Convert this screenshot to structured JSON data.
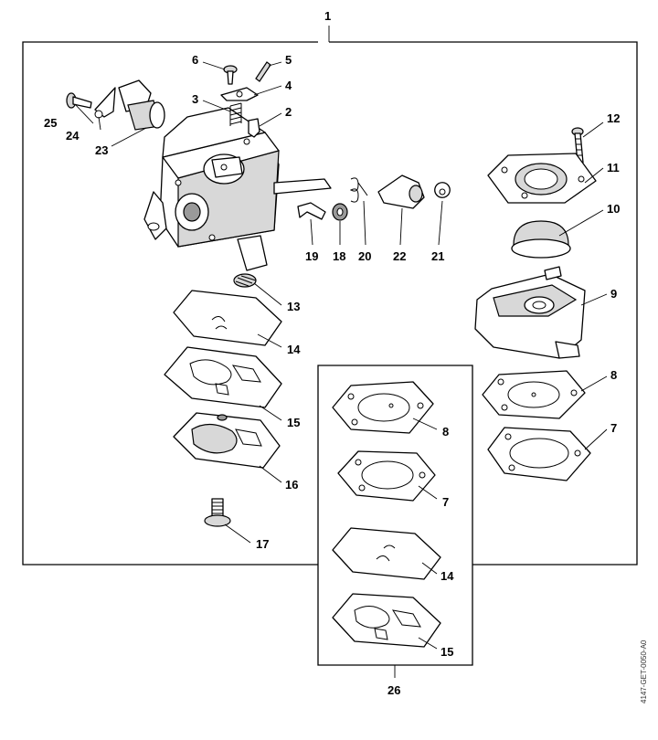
{
  "callouts": {
    "c1": "1",
    "c2": "2",
    "c3": "3",
    "c4": "4",
    "c5": "5",
    "c6": "6",
    "c7a": "7",
    "c7b": "7",
    "c8a": "8",
    "c8b": "8",
    "c9": "9",
    "c10": "10",
    "c11": "11",
    "c12": "12",
    "c13": "13",
    "c14a": "14",
    "c14b": "14",
    "c15a": "15",
    "c15b": "15",
    "c16": "16",
    "c17": "17",
    "c18": "18",
    "c19": "19",
    "c20": "20",
    "c21": "21",
    "c22": "22",
    "c23": "23",
    "c24": "24",
    "c25": "25",
    "c26": "26"
  },
  "drawing_code": "4147-GET-0050-A0",
  "colors": {
    "line": "#000000",
    "background": "#ffffff",
    "shade": "#d8d8d8"
  }
}
